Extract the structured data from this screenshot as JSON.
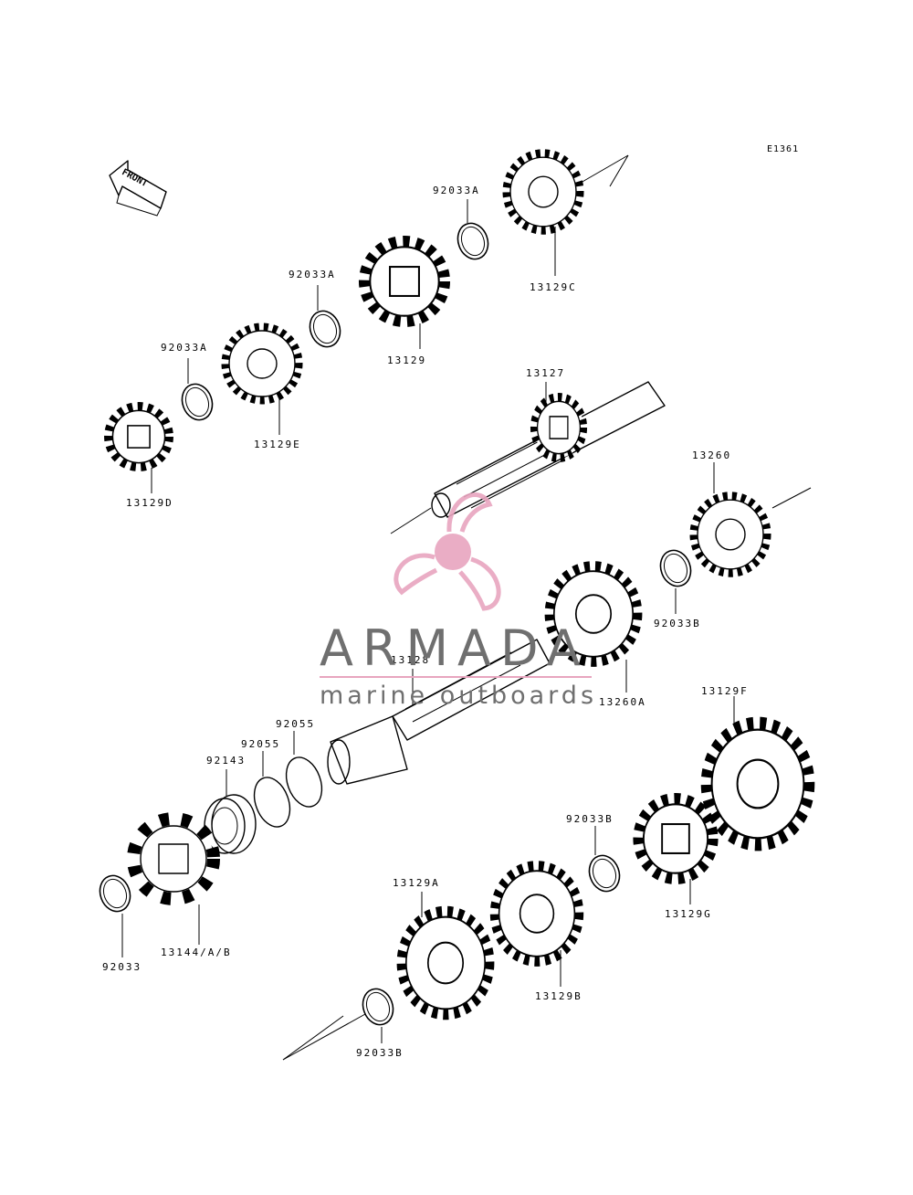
{
  "drawing": {
    "ref_code": "E1361",
    "front_label": "FRONT"
  },
  "parts": [
    {
      "id": "p1",
      "label": "92033A"
    },
    {
      "id": "p2",
      "label": "13129C"
    },
    {
      "id": "p3",
      "label": "92033A"
    },
    {
      "id": "p4",
      "label": "13129"
    },
    {
      "id": "p5",
      "label": "92033A"
    },
    {
      "id": "p6",
      "label": "13129E"
    },
    {
      "id": "p7",
      "label": "13129D"
    },
    {
      "id": "p8",
      "label": "13127"
    },
    {
      "id": "p9",
      "label": "13260"
    },
    {
      "id": "p10",
      "label": "92033B"
    },
    {
      "id": "p11",
      "label": "13260A"
    },
    {
      "id": "p12",
      "label": "13128"
    },
    {
      "id": "p13",
      "label": "92055"
    },
    {
      "id": "p14",
      "label": "92055"
    },
    {
      "id": "p15",
      "label": "92143"
    },
    {
      "id": "p16",
      "label": "13129F"
    },
    {
      "id": "p17",
      "label": "92033B"
    },
    {
      "id": "p18",
      "label": "13129G"
    },
    {
      "id": "p19",
      "label": "13129A"
    },
    {
      "id": "p20",
      "label": "13129B"
    },
    {
      "id": "p21",
      "label": "92033"
    },
    {
      "id": "p22",
      "label": "13144/A/B"
    },
    {
      "id": "p23",
      "label": "92033B"
    }
  ],
  "watermark": {
    "brand": "ARMADA",
    "tagline": "marine outboards",
    "accent_color": "#e8a5bf",
    "text_color": "#6f6f6f",
    "icon": "propeller-icon"
  }
}
